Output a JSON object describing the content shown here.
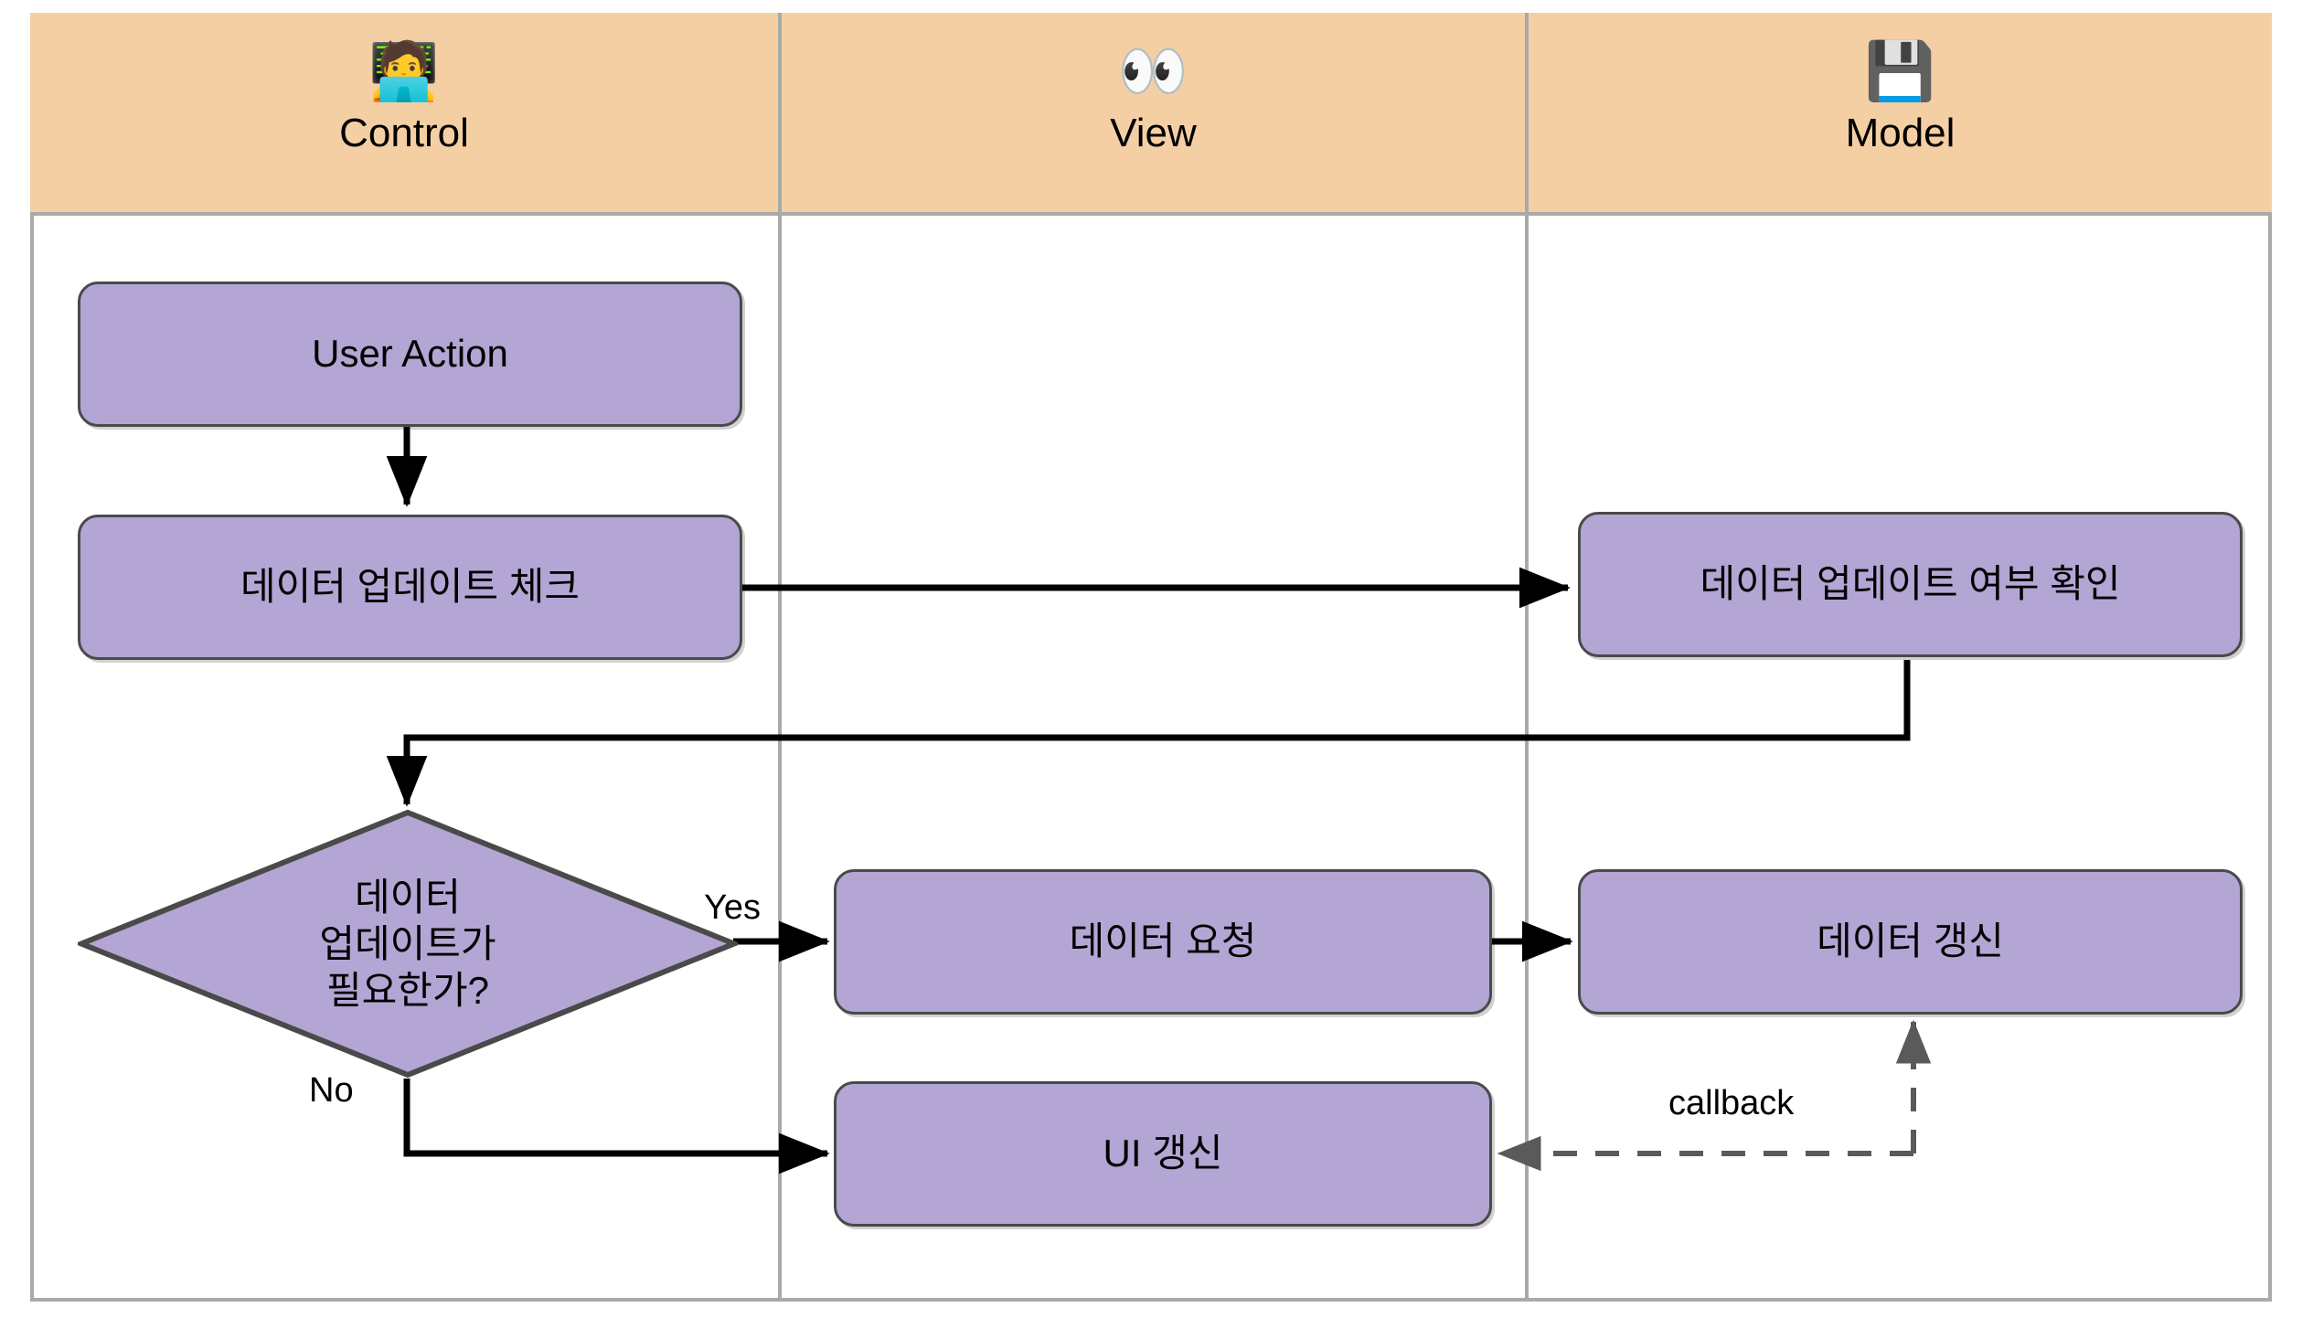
{
  "diagram": {
    "type": "swimlane-flowchart",
    "lanes": [
      {
        "id": "control",
        "label": "Control",
        "icon": "person-with-laptop-icon",
        "emoji": "🧑‍💻"
      },
      {
        "id": "view",
        "label": "View",
        "icon": "eyes-icon",
        "emoji": "👀"
      },
      {
        "id": "model",
        "label": "Model",
        "icon": "floppy-disk-icon",
        "emoji": "💾"
      }
    ],
    "nodes": [
      {
        "id": "user_action",
        "lane": "control",
        "shape": "rounded-rect",
        "text": "User Action"
      },
      {
        "id": "check_update",
        "lane": "control",
        "shape": "rounded-rect",
        "text": "데이터 업데이트 체크"
      },
      {
        "id": "confirm_update",
        "lane": "model",
        "shape": "rounded-rect",
        "text": "데이터 업데이트 여부 확인"
      },
      {
        "id": "need_update",
        "lane": "control",
        "shape": "diamond",
        "text": "데이터\n업데이트가\n필요한가?"
      },
      {
        "id": "request_data",
        "lane": "view",
        "shape": "rounded-rect",
        "text": "데이터 요청"
      },
      {
        "id": "refresh_data",
        "lane": "model",
        "shape": "rounded-rect",
        "text": "데이터 갱신"
      },
      {
        "id": "refresh_ui",
        "lane": "view",
        "shape": "rounded-rect",
        "text": "UI 갱신"
      }
    ],
    "edges": [
      {
        "from": "user_action",
        "to": "check_update",
        "label": "",
        "style": "solid"
      },
      {
        "from": "check_update",
        "to": "confirm_update",
        "label": "",
        "style": "solid"
      },
      {
        "from": "confirm_update",
        "to": "need_update",
        "label": "",
        "style": "solid"
      },
      {
        "from": "need_update",
        "to": "request_data",
        "label": "Yes",
        "style": "solid"
      },
      {
        "from": "need_update",
        "to": "refresh_ui",
        "label": "No",
        "style": "solid"
      },
      {
        "from": "request_data",
        "to": "refresh_data",
        "label": "",
        "style": "solid"
      },
      {
        "from": "refresh_data",
        "to": "refresh_ui",
        "label": "callback",
        "style": "dashed"
      }
    ],
    "labels": {
      "yes": "Yes",
      "no": "No",
      "callback": "callback"
    },
    "colors": {
      "lane_header_fill": "#f4cfa4",
      "lane_border": "#a9a9a9",
      "node_fill": "#b3a6d4",
      "node_border": "#4a4a4a",
      "edge_solid": "#000000",
      "edge_dashed": "#5a5a5a",
      "background": "#ffffff"
    }
  }
}
